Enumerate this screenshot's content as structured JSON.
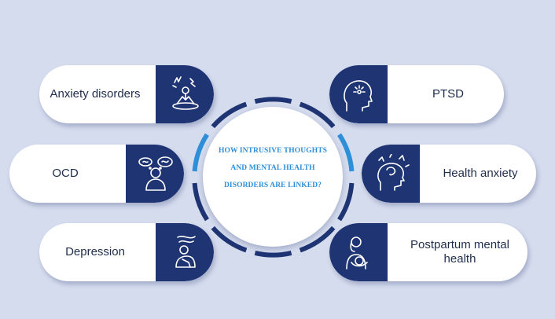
{
  "center": {
    "title_line1": "HOW INTRUSIVE THOUGHTS",
    "title_line2": "AND MENTAL HEALTH",
    "title_line3": "DISORDERS ARE LINKED?"
  },
  "items": [
    {
      "label": "Anxiety disorders",
      "icon": "anxiety-icon"
    },
    {
      "label": "OCD",
      "icon": "ocd-icon"
    },
    {
      "label": "Depression",
      "icon": "depression-icon"
    },
    {
      "label": "PTSD",
      "icon": "ptsd-icon"
    },
    {
      "label": "Health anxiety",
      "icon": "health-anxiety-icon"
    },
    {
      "label_line1": "Postpartum mental",
      "label_line2": "health",
      "icon": "postpartum-icon"
    }
  ],
  "colors": {
    "background": "#d5dcee",
    "navy": "#1f3473",
    "accent_blue": "#2e8fd8",
    "pill": "#ffffff"
  }
}
